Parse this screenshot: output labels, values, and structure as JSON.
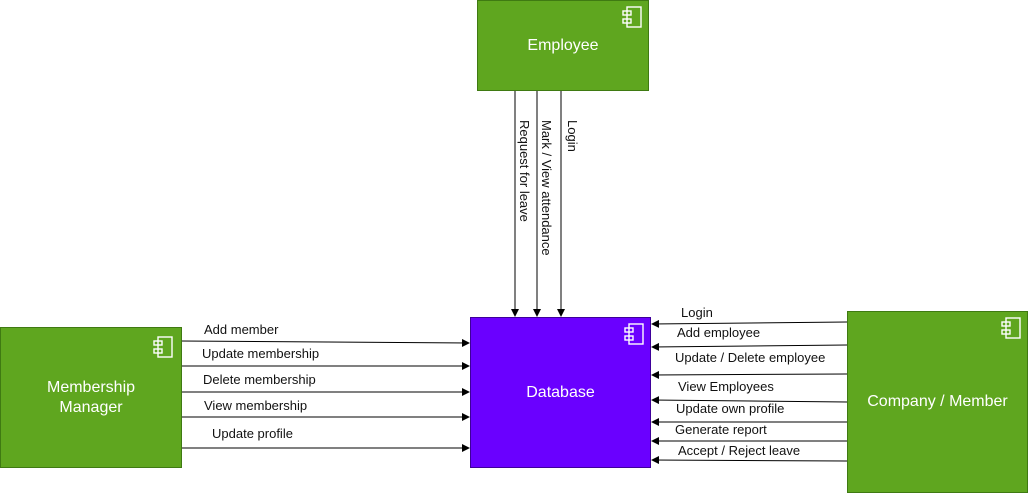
{
  "colors": {
    "actor_fill": "#5fa61f",
    "actor_stroke": "#3f7a12",
    "db_fill": "#6a00ff",
    "db_stroke": "#3e0099",
    "edge": "#000000"
  },
  "nodes": {
    "employee": {
      "label": "Employee",
      "icon": "component-icon"
    },
    "database": {
      "label": "Database",
      "icon": "component-icon"
    },
    "membership_manager": {
      "label": "Membership\nManager",
      "icon": "component-icon"
    },
    "company_member": {
      "label": "Company / Member",
      "icon": "component-icon"
    }
  },
  "edges": {
    "employee": [
      "Request for leave",
      "Mark / View attendance",
      "Login"
    ],
    "membership_manager": [
      "Add member",
      "Update membership",
      "Delete membership",
      "View membership",
      "Update profile"
    ],
    "company_member": [
      "Login",
      "Add employee",
      "Update / Delete employee",
      "View Employees",
      "Update own profile",
      "Generate report",
      "Accept / Reject leave"
    ]
  }
}
